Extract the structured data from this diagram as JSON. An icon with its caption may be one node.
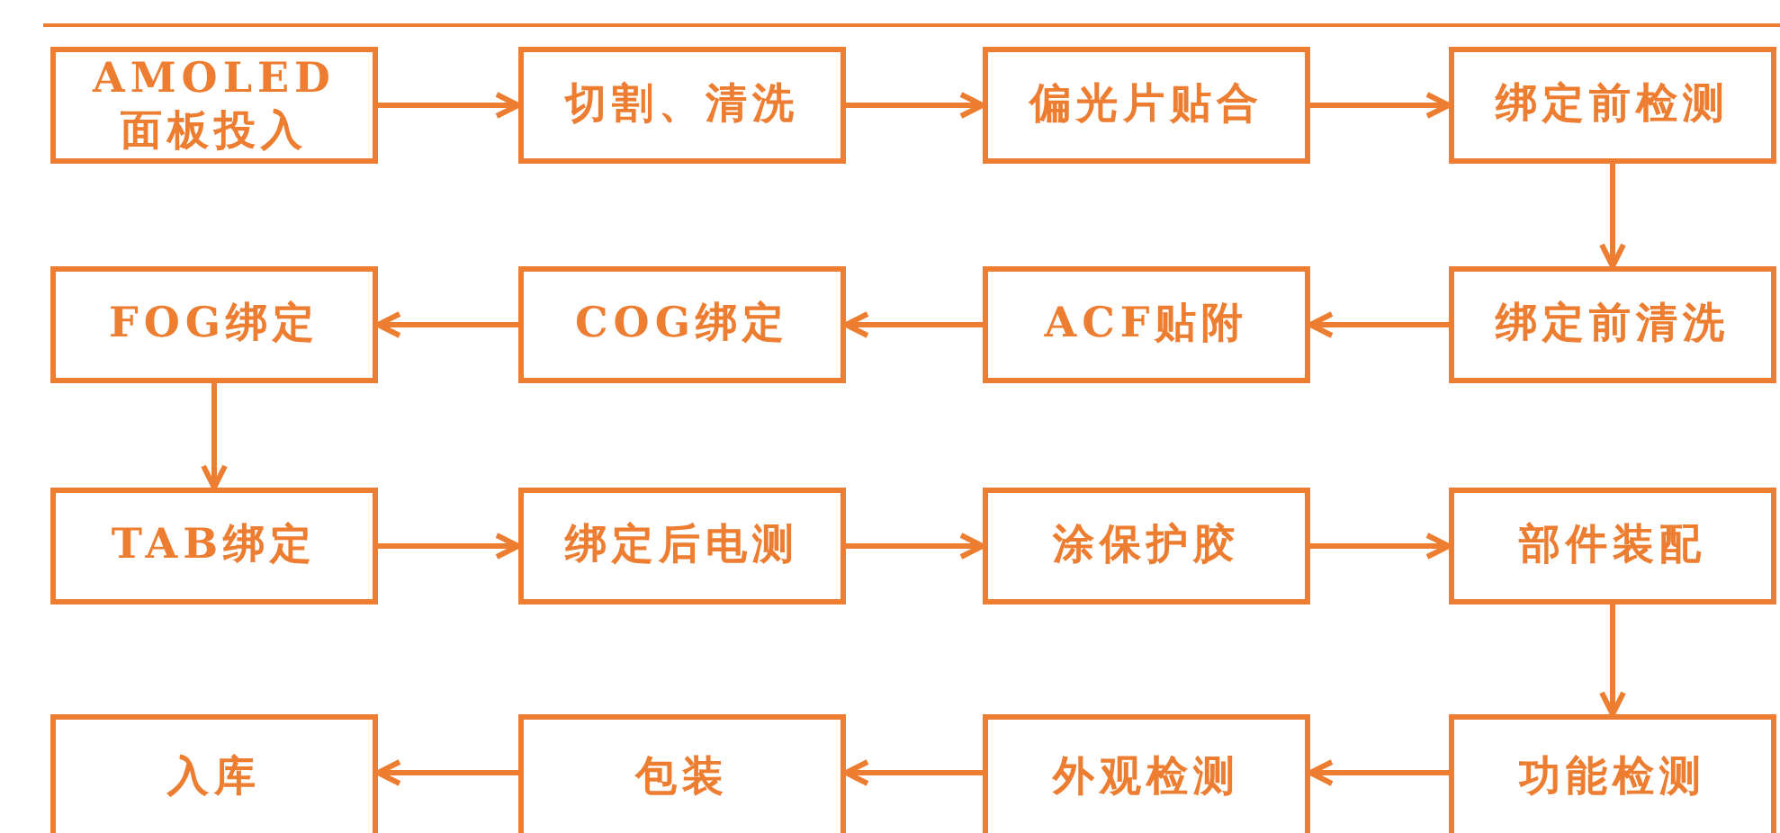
{
  "diagram": {
    "nodes": [
      {
        "text": [
          "AMOLED面板投入"
        ]
      },
      {
        "text": [
          "切割、清洗"
        ]
      },
      {
        "text": [
          "偏光片贴合"
        ]
      },
      {
        "text": [
          "绑定前检测"
        ]
      },
      {
        "text": [
          "FOG绑定"
        ]
      },
      {
        "text": [
          "COG绑定"
        ]
      },
      {
        "text": [
          "ACF贴附"
        ]
      },
      {
        "text": [
          "绑定前清洗"
        ]
      },
      {
        "text": [
          "TAB绑定"
        ]
      },
      {
        "text": [
          "绑定后电测"
        ]
      },
      {
        "text": [
          "涂保护胶"
        ]
      },
      {
        "text": [
          "部件装配"
        ]
      },
      {
        "text": [
          "入库"
        ]
      },
      {
        "text": [
          "包装"
        ]
      },
      {
        "text": [
          "外观检测"
        ]
      },
      {
        "text": [
          "功能检测"
        ]
      }
    ],
    "edges": [
      {
        "from": 0,
        "to": 1,
        "arrow": "to"
      },
      {
        "from": 1,
        "to": 2,
        "arrow": "to"
      },
      {
        "from": 2,
        "to": 3,
        "arrow": "to"
      },
      {
        "from": 3,
        "to": 7,
        "arrow": "to"
      },
      {
        "from": 7,
        "to": 6,
        "arrow": "to"
      },
      {
        "from": 6,
        "to": 5,
        "arrow": "to"
      },
      {
        "from": 5,
        "to": 4,
        "arrow": "to"
      },
      {
        "from": 4,
        "to": 8,
        "arrow": "to"
      },
      {
        "from": 8,
        "to": 9,
        "arrow": "to"
      },
      {
        "from": 9,
        "to": 10,
        "arrow": "to"
      },
      {
        "from": 10,
        "to": 11,
        "arrow": "to"
      },
      {
        "from": 11,
        "to": 15,
        "arrow": "to"
      },
      {
        "from": 15,
        "to": 14,
        "arrow": "to"
      },
      {
        "from": 14,
        "to": 13,
        "arrow": "to"
      },
      {
        "from": 13,
        "to": 12,
        "arrow": "to"
      }
    ]
  }
}
